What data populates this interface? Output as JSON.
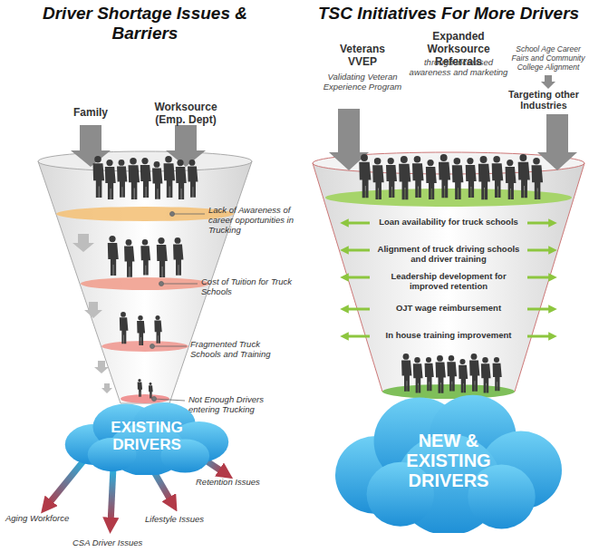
{
  "diagram": {
    "nodes": [
      {
        "text": [
          "EXISTING DRIVERS"
        ]
      },
      {
        "text": [
          "NEW & EXISTING DRIVERS"
        ]
      }
    ],
    "labels": [
      "Driver Shortage Issues & Barriers",
      "TSC Initiatives For More Drivers",
      "Family",
      "Worksource (Emp. Dept)",
      "Lack of Awareness of career opportunities in Trucking",
      "Cost of Tuition for Truck Schools",
      "Fragmented Truck Schools and Training",
      "Not Enough Drivers entering Trucking",
      "Retention Issues",
      "Aging Workforce",
      "Lifestyle Issues",
      "CSA Driver Issues",
      "Veterans VVEP",
      "Validating Veteran Experience Program",
      "Expanded Worksource Referrals",
      "through increased awareness and marketing",
      "School Age Career Fairs and Community College Alignment",
      "Targeting other Industries",
      "Loan availability for truck schools",
      "Alignment of truck driving schools and driver training",
      "Leadership development for improved retention",
      "OJT wage reimbursement",
      "In house training improvement"
    ]
  }
}
